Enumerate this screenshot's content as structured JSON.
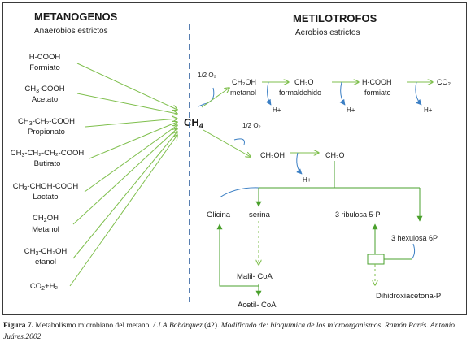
{
  "left": {
    "title": "METANOGENOS",
    "subtitle": "Anaerobios estrictos",
    "substrates": [
      {
        "formula": "H-COOH",
        "sub": "",
        "tail": "",
        "name": "Formiato"
      },
      {
        "formula": "CH",
        "sub": "3",
        "tail": "-COOH",
        "name": "Acetato"
      },
      {
        "formula": "CH",
        "sub": "3",
        "tail": "-CH₂-COOH",
        "name": "Propionato"
      },
      {
        "formula": "CH",
        "sub": "3",
        "tail": "-CH₂-CH₂-COOH",
        "name": "Butirato"
      },
      {
        "formula": "CH",
        "sub": "3",
        "tail": "-CHOH-COOH",
        "name": "Lactato"
      },
      {
        "formula": "CH",
        "sub": "2",
        "tail": "OH",
        "name": "Metanol"
      },
      {
        "formula": "CH",
        "sub": "3",
        "tail": "-CH₂OH",
        "name": "etanol"
      },
      {
        "formula": "CO",
        "sub": "2",
        "tail": "+H₂",
        "name": ""
      }
    ]
  },
  "center": {
    "methane": "CH",
    "methane_sub": "4"
  },
  "right": {
    "title": "METILOTROFOS",
    "subtitle": "Aerobios estrictos",
    "row1": {
      "o2": "1/2 O₂",
      "ch2oh": "CH₂OH",
      "ch2oh_name": "metanol",
      "ch2o": "CH₂O",
      "ch2o_name": "formaldehido",
      "hcooh": "H-COOH",
      "hcooh_name": "formiato",
      "co2": "CO₂",
      "h1": "H+",
      "h2": "H+",
      "h3": "H+"
    },
    "row2": {
      "o2": "1/2 O₂",
      "ch2oh": "CH₂OH",
      "ch2o": "CH₂O",
      "h": "H+"
    },
    "cycle": {
      "glicina": "Glicina",
      "serina": "serina",
      "ribulosa": "3 ribulosa 5-P",
      "hexulosa": "3 hexulosa 6P",
      "malil": "Malil- CoA",
      "acetil": "Acetil- CoA",
      "dihidroxi": "Dihidroxiacetona-P"
    }
  },
  "caption": {
    "label": "Figura 7.",
    "text": " Metabolismo microbiano del metano. ",
    "authors": "/ J.A.Bobárquez",
    "ref": " (42). ",
    "modified": "Modificado de: bioquímica de los microorganismos. Ramón Parés. Antonio Juáres.2002"
  },
  "colors": {
    "green_arrow": "#7fbf4d",
    "blue_arrow": "#3b7fc4",
    "divider": "#2e5f9e",
    "pathway": "#4aa02c"
  }
}
